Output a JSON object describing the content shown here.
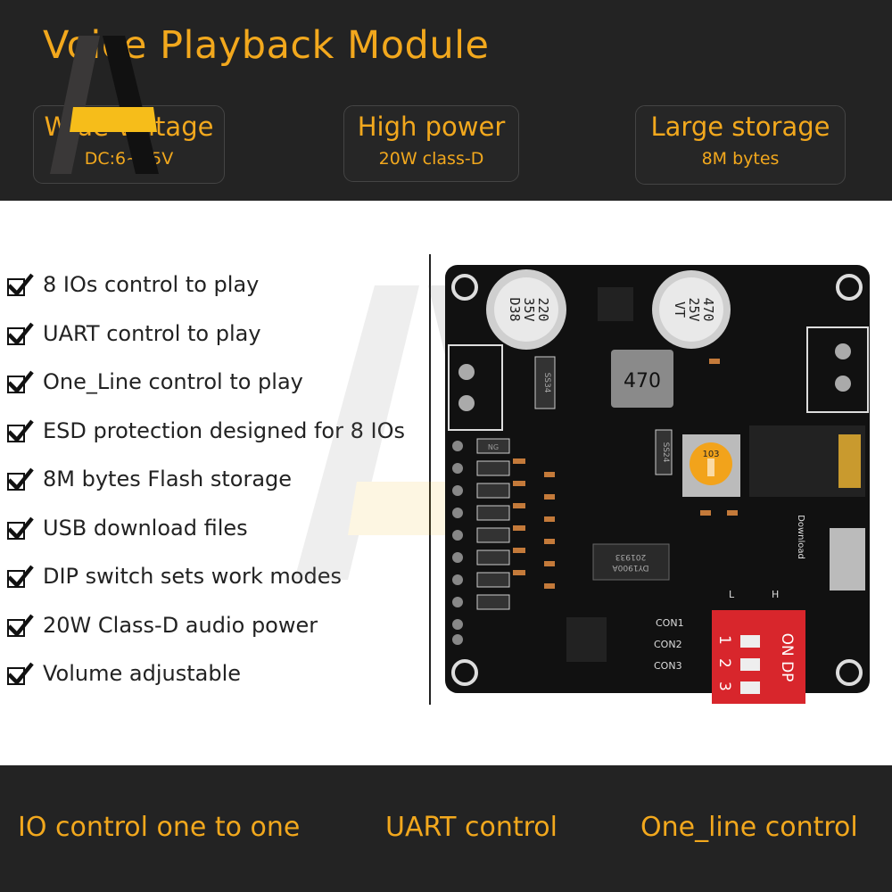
{
  "header": {
    "title": "Voice Playback Module",
    "cards": [
      {
        "heading": "Wide voltage",
        "sub": "DC:6~35V"
      },
      {
        "heading": "High power",
        "sub": "20W class-D"
      },
      {
        "heading": "Large storage",
        "sub": "8M bytes"
      }
    ]
  },
  "features": [
    "8 IOs control to play",
    "UART control to play",
    "One_Line control to play",
    "ESD protection designed for 8 IOs",
    "8M bytes Flash storage",
    "USB download files",
    "DIP switch sets  work modes",
    "20W Class-D audio power",
    "Volume adjustable"
  ],
  "pcb": {
    "cap1": [
      "220",
      "35V",
      "D38"
    ],
    "cap2": [
      "470",
      "25V",
      "VT"
    ],
    "inductor": "470",
    "diode": "SS34",
    "diode2": "SS24",
    "pot": "103",
    "chip": [
      "DY1900A",
      "201933"
    ],
    "download": "Download",
    "con": [
      "CON1",
      "CON2",
      "CON3"
    ],
    "dip_label": "ON DP",
    "dip_numbers": [
      "1",
      "2",
      "3"
    ],
    "level_low": "L",
    "level_high": "H",
    "tvs": "NG"
  },
  "footer": [
    "IO control one to one",
    "UART control",
    "One_line control"
  ],
  "colors": {
    "accent": "#f2a81d",
    "dark": "#232323",
    "dip": "#d8262c"
  }
}
